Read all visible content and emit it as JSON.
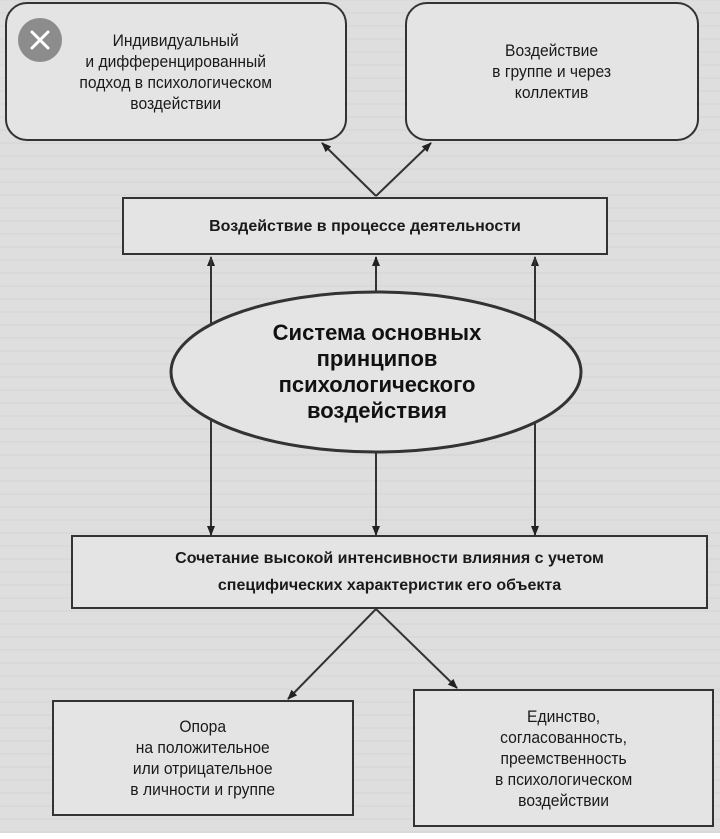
{
  "close_button": {
    "icon": "close-icon"
  },
  "diagram": {
    "top_left": "Индивидуальный\nи дифференцированный\nподход в психологическом\nвоздействии",
    "top_right": "Воздействие\nв группе и через\nколлектив",
    "activity": "Воздействие в процессе деятельности",
    "center": "Система основных\nпринципов\nпсихологического\nвоздействия",
    "combination": "Сочетание высокой интенсивности влияния с учетом\nспецифических характеристик его объекта",
    "bottom_left": "Опора\nна положительное\nили отрицательное\nв личности и группе",
    "bottom_right": "Единство,\nсогласованность,\nпреемственность\nв психологическом\nвоздействии"
  }
}
